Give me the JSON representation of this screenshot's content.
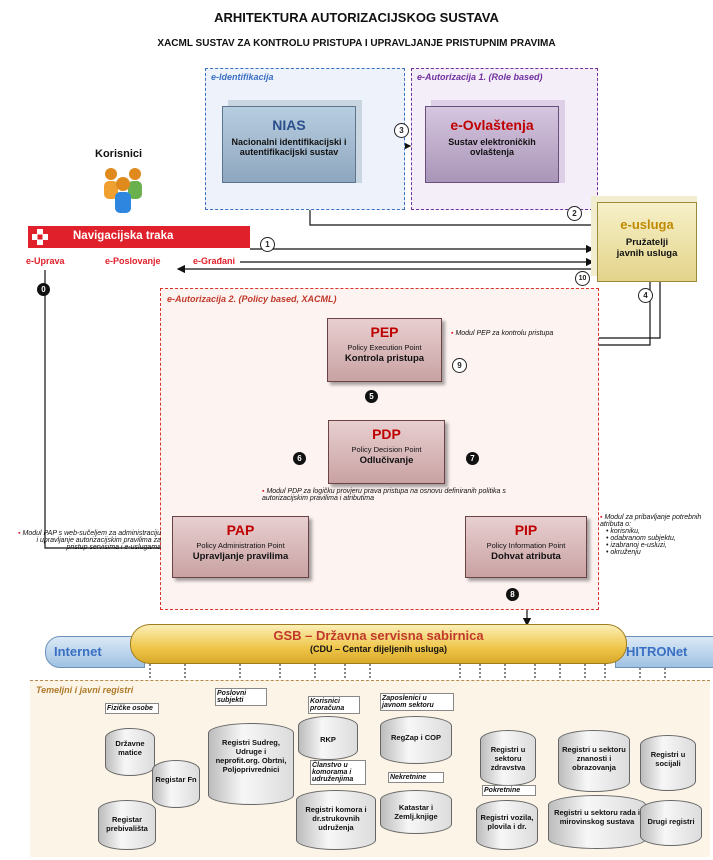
{
  "header": {
    "title": "ARHITEKTURA AUTORIZACIJSKOG SUSTAVA",
    "subtitle": "XACML SUSTAV ZA KONTROLU PRISTUPA I UPRAVLJANJE PRISTUPNIM PRAVIMA"
  },
  "zones": {
    "e_identifikacija": "e-Identifikacija",
    "e_autorizacija1": "e-Autorizacija 1. (Role based)",
    "e_autorizacija2": "e-Autorizacija 2. (Policy based, XACML)",
    "temeljni": "Temeljni i javni registri"
  },
  "nias": {
    "title": "NIAS",
    "desc": "Nacionalni identifikacijski i autentifikacijski sustav"
  },
  "eovlastenja": {
    "title": "e-Ovlaštenja",
    "desc": "Sustav elektroničkih ovlaštenja"
  },
  "korisnici": {
    "label": "Korisnici"
  },
  "navbar": {
    "title": "Navigacijska traka",
    "links": [
      "e-Uprava",
      "e-Poslovanje",
      "e-Građani"
    ]
  },
  "eusluga": {
    "title": "e-usluga",
    "desc": "Pružatelji javnih usluga"
  },
  "pep": {
    "title": "PEP",
    "sub": "Policy Execution Point",
    "desc": "Kontrola pristupa"
  },
  "pdp": {
    "title": "PDP",
    "sub": "Policy Decision Point",
    "desc": "Odlučivanje"
  },
  "pap": {
    "title": "PAP",
    "sub": "Policy Administration Point",
    "desc": "Upravljanje pravilima"
  },
  "pip": {
    "title": "PIP",
    "sub": "Policy Information Point",
    "desc": "Dohvat atributa"
  },
  "notes": {
    "pep": "Modul PEP za kontrolu pristupa",
    "pdp": "Modul PDP za logičku provjeru prava pristupa na osnovu definiranih politika s autorizacijskim pravilima i atributima",
    "pap": "Modul PAP s web-sučeljem za administraciju i upravljanje autorizacijskim pravilima za pristup servisima i e-uslugama",
    "pip_title": "Modul za pribavljanje potrebnih atributa o:",
    "pip_items": [
      "korisniku,",
      "odabranom subjektu,",
      "izabranoj e-usluzi,",
      "okruženju"
    ]
  },
  "gsb": {
    "title": "GSB – Državna servisna sabirnica",
    "sub": "(CDU – Centar dijeljenih usluga)",
    "internet": "Internet",
    "hitronet": "HITRONet"
  },
  "steps": [
    "0",
    "1",
    "2",
    "3",
    "4",
    "5",
    "6",
    "7",
    "8",
    "9",
    "10"
  ],
  "registers": [
    {
      "cap": "Fizičke osobe",
      "body": "Državne matice"
    },
    {
      "cap": "",
      "body": "Registar Fn"
    },
    {
      "cap": "",
      "body": "Registar prebivališta"
    },
    {
      "cap": "Poslovni subjekti",
      "body": "Registri Sudreg, Udruge i neprofit.org. Obrtni, Poljoprivrednici"
    },
    {
      "cap": "Korisnici proračuna",
      "body": "RKP"
    },
    {
      "cap": "Članstvo u komorama i udruženjima",
      "body": "Registri komora i dr.strukovnih udruženja"
    },
    {
      "cap": "Zaposlenici u javnom sektoru",
      "body": "RegZap i COP"
    },
    {
      "cap": "Nekretnine",
      "body": "Katastar i Zemlj.knjige"
    },
    {
      "cap": "",
      "body": "Registri u sektoru zdravstva"
    },
    {
      "cap": "Pokretnine",
      "body": "Registri vozila, plovila i dr."
    },
    {
      "cap": "",
      "body": "Registri u sektoru znanosti i obrazovanja"
    },
    {
      "cap": "",
      "body": "Registri u sektoru rada i mirovinskog sustava"
    },
    {
      "cap": "",
      "body": "Registri u socijali"
    },
    {
      "cap": "",
      "body": "Drugi registri"
    }
  ],
  "colors": {
    "red": "#e0202a",
    "purple": "#7030a0",
    "blue": "#3a6fc4",
    "gold": "#f1c232"
  }
}
